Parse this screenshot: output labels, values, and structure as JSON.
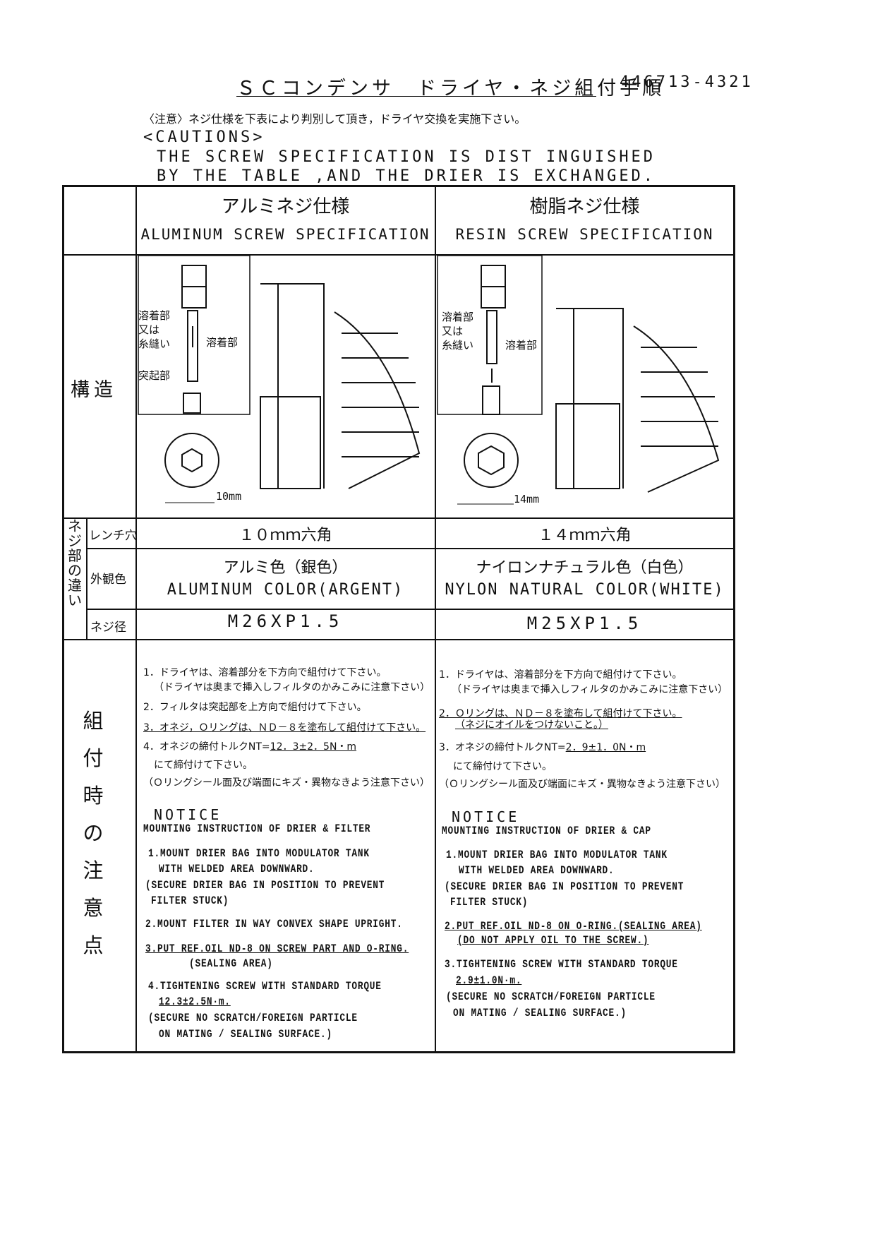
{
  "title": "ＳＣコンデンサ　ドライヤ・ネジ組付手順",
  "doc_number": "446713-4321",
  "caution_jp": "〈注意〉ネジ仕様を下表により判別して頂き，ドライヤ交換を実施下さい。",
  "caution_en_head": "<CAUTIONS>",
  "caution_en_1": "THE SCREW SPECIFICATION IS DIST INGUISHED",
  "caution_en_2": "BY THE TABLE ,AND THE DRIER IS EXCHANGED.",
  "columns": [
    {
      "jp": "アルミネジ仕様",
      "en": "ALUMINUM SCREW SPECIFICATION",
      "wrench": "１０ｍｍ六角",
      "color_jp": "アルミ色（銀色）",
      "color_en": "ALUMINUM COLOR(ARGENT)",
      "thread": "M26XP1.5",
      "dim": "10mm",
      "labels": [
        "溶着部",
        "又は",
        "糸縫い",
        "溶着部",
        "突起部"
      ]
    },
    {
      "jp": "樹脂ネジ仕様",
      "en": "RESIN SCREW SPECIFICATION",
      "wrench": "１４ｍｍ六角",
      "color_jp": "ナイロンナチュラル色（白色）",
      "color_en": "NYLON NATURAL COLOR(WHITE)",
      "thread": "M25XP1.5",
      "dim": "14mm",
      "labels": [
        "溶着部",
        "又は",
        "糸縫い",
        "溶着部"
      ]
    }
  ],
  "rows": {
    "structure": "構造",
    "diff_group": "ネジ部の違い",
    "wrench": "レンチ穴",
    "color": "外観色",
    "thread": "ネジ径",
    "notes": "組付時の注意点"
  },
  "notes_left": {
    "jp": [
      "1．ドライヤは、溶着部分を下方向で組付けて下さい。",
      "（ドライヤは奥まで挿入しフィルタのかみこみに注意下さい）",
      "2．フィルタは突起部を上方向で組付けて下さい。",
      "3．オネジ，Ｏリングは、ＮＤ－８を塗布して組付けて下さい。",
      "4．オネジの締付トルクNT=",
      "12．3±2．5N・m",
      "にて締付けて下さい。",
      "（Ｏリングシール面及び端面にキズ・異物なきよう注意下さい）"
    ],
    "notice": "NOTICE",
    "en": [
      "MOUNTING INSTRUCTION OF DRIER & FILTER",
      "1.MOUNT DRIER BAG INTO MODULATOR TANK",
      "WITH WELDED AREA DOWNWARD.",
      "(SECURE DRIER BAG IN POSITION TO PREVENT",
      "FILTER STUCK)",
      "2.MOUNT FILTER IN WAY CONVEX SHAPE UPRIGHT.",
      "3.PUT REF.OIL ND-8 ON SCREW PART AND O-RING.",
      "(SEALING AREA)",
      "4.TIGHTENING SCREW WITH STANDARD TORQUE",
      "12.3±2.5N·m.",
      "(SECURE NO SCRATCH/FOREIGN PARTICLE",
      "ON MATING / SEALING SURFACE.)"
    ]
  },
  "notes_right": {
    "jp": [
      "1．ドライヤは、溶着部分を下方向で組付けて下さい。",
      "（ドライヤは奥まで挿入しフィルタのかみこみに注意下さい）",
      "2．Ｏリングは、ＮＤ－８を塗布して組付けて下さい。",
      "（ネジにオイルをつけないこと。）",
      "3．オネジの締付トルクNT=",
      "2．9±1．0N・m",
      "にて締付けて下さい。",
      "（Ｏリングシール面及び端面にキズ・異物なきよう注意下さい）"
    ],
    "notice": "NOTICE",
    "en": [
      "MOUNTING INSTRUCTION OF DRIER & CAP",
      "1.MOUNT DRIER BAG INTO MODULATOR TANK",
      "WITH WELDED AREA DOWNWARD.",
      "(SECURE DRIER BAG IN POSITION TO PREVENT",
      "FILTER STUCK)",
      "2.PUT REF.OIL ND-8 ON O-RING.(SEALING AREA)",
      "(DO NOT APPLY OIL TO THE SCREW.)",
      "3.TIGHTENING SCREW WITH STANDARD TORQUE",
      "2.9±1.0N·m.",
      "(SECURE NO SCRATCH/FOREIGN PARTICLE",
      "ON MATING / SEALING SURFACE.)"
    ]
  }
}
